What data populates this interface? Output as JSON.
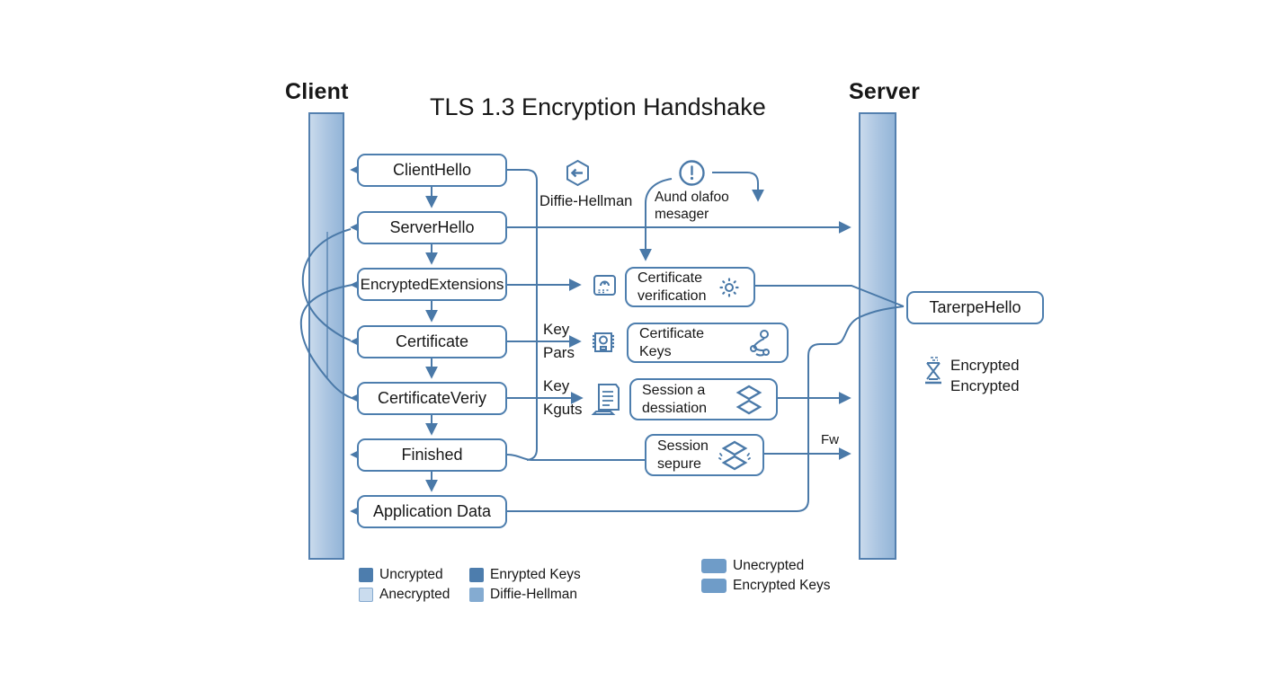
{
  "title": "TLS 1.3 Encryption Handshake",
  "actors": {
    "client": "Client",
    "server": "Server"
  },
  "messages": [
    "ClientHello",
    "ServerHello",
    "EncryptedExtensions",
    "Certificate",
    "CertificateVeriy",
    "Finished",
    "Application Data"
  ],
  "annotations": {
    "diffie_hellman": "Diffie-Hellman",
    "alert_note": {
      "line1": "Aund olafoo",
      "line2": "mesager"
    },
    "key_pars": {
      "line1": "Key",
      "line2": "Pars"
    },
    "key_kguts": {
      "line1": "Key",
      "line2": "Kguts"
    },
    "fw": "Fw",
    "encrypted_note": {
      "line1": "Encrypted",
      "line2": "Encrypted"
    }
  },
  "process_boxes": {
    "cert_verification": {
      "line1": "Certificate",
      "line2": "verification"
    },
    "cert_keys": {
      "line1": "Certificate",
      "line2": "Keys"
    },
    "session_dessiation": {
      "line1": "Session a",
      "line2": "dessiation"
    },
    "session_sepure": {
      "line1": "Session",
      "line2": "sepure"
    },
    "tarerpe_hello": "TarerpeHello"
  },
  "legend": {
    "col1": [
      {
        "label": "Uncrypted",
        "color": "#4d7dad"
      },
      {
        "label": "Anecrypted",
        "color": "#cadcee"
      }
    ],
    "col2": [
      {
        "label": "Enrypted Keys",
        "color": "#4d7dad"
      },
      {
        "label": "Diffie-Hellman",
        "color": "#84abd1"
      }
    ],
    "col3": [
      {
        "label": "Unecrypted",
        "color": "#6f9cc8"
      },
      {
        "label": "Encrypted Keys",
        "color": "#6f9cc8"
      }
    ]
  },
  "icons": {
    "diffie": "hexagon-arrow-icon",
    "alert": "alert-circle-icon",
    "cert_card": "certificate-card-icon",
    "sun": "sun-sparkle-icon",
    "badge": "id-badge-icon",
    "person": "person-icon",
    "document": "document-icon",
    "layers": "layers-diamond-icon",
    "layers_motion": "layers-sync-icon",
    "flask": "crossed-flask-icon"
  },
  "colors": {
    "line": "#4a79a8",
    "box_border": "#4d7eae",
    "bar_fill_light": "#c9daec",
    "bar_fill_dark": "#93b5d8",
    "text": "#171717"
  }
}
